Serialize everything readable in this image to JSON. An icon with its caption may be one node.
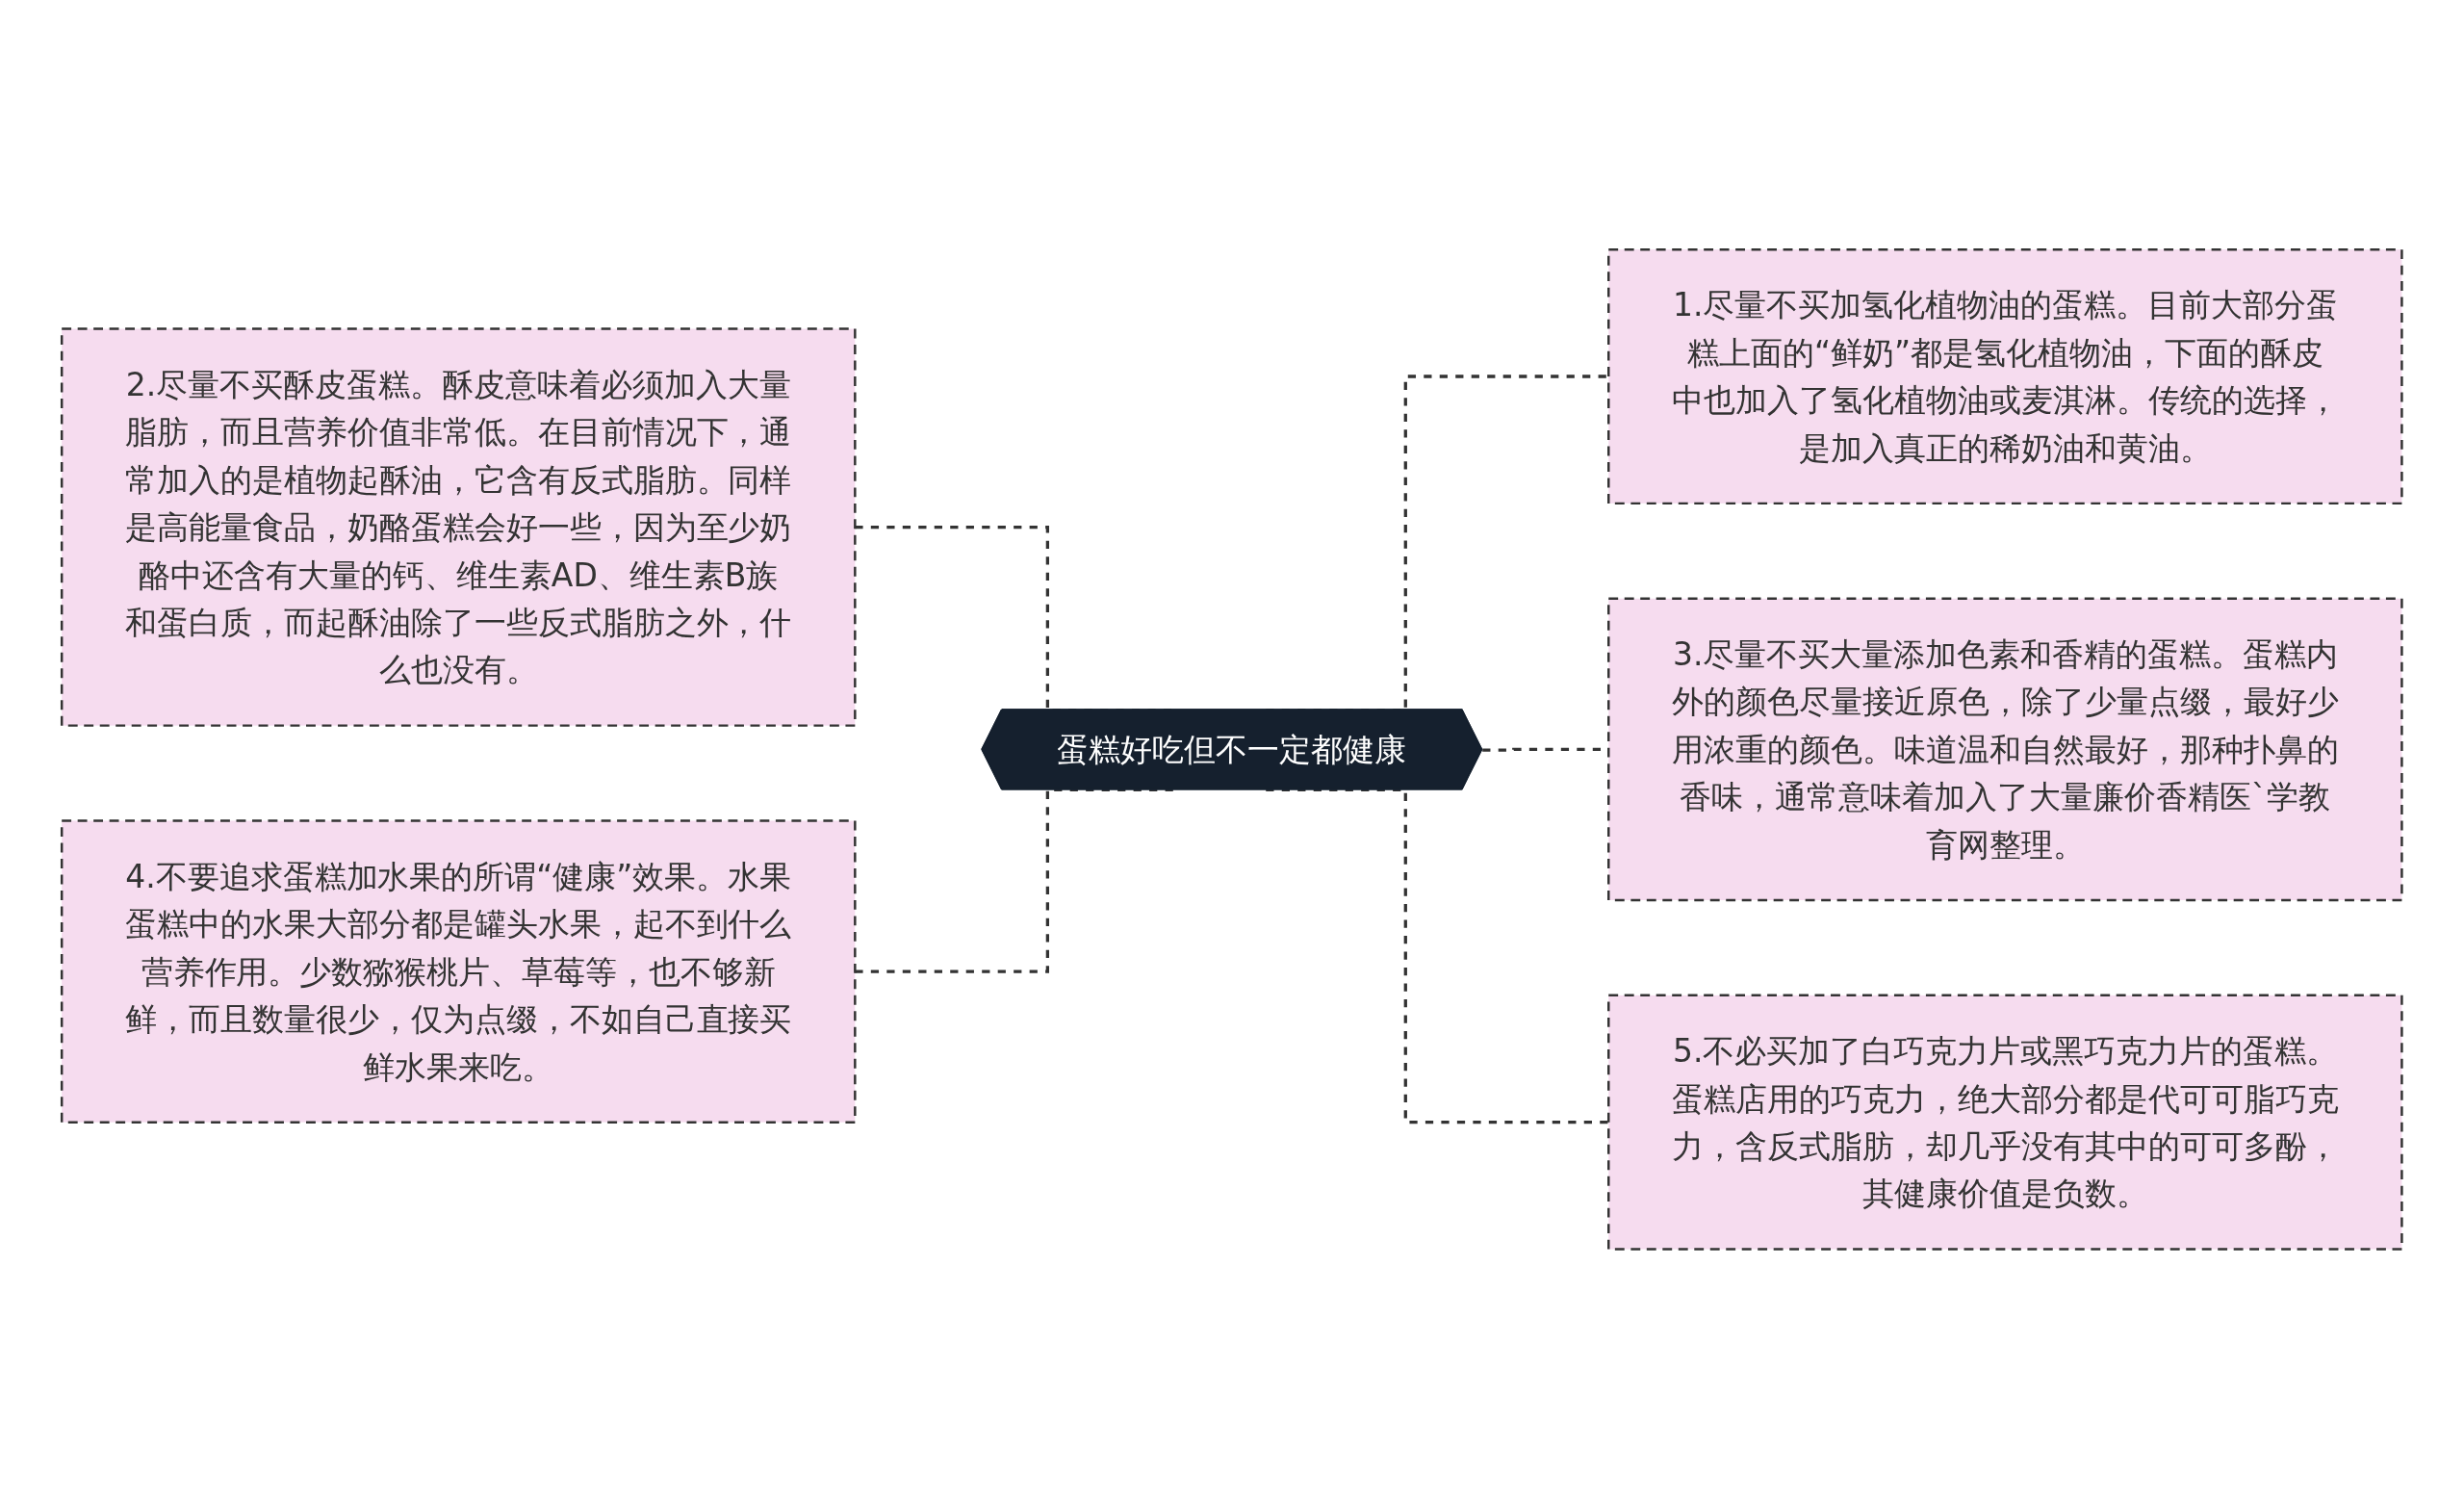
{
  "diagram": {
    "nodes": [
      {
        "text": [
          "蛋糕好吃但不一定都健康"
        ]
      },
      {
        "text": [
          "2.尽量不买酥皮蛋糕。酥皮意味着必须加入大量脂肪，而且营养价值非常低。在目前情况下，通常加入的是植物起酥油，它含有反式脂肪。同样是高能量食品，奶酪蛋糕会好一些，因为至少奶酪中还含有大量的钙、维生素AD、维生素B族和蛋白质，而起酥油除了一些反式脂肪之外，什么也没有。"
        ]
      },
      {
        "text": [
          "4.不要追求蛋糕加水果的所谓“健康”效果。水果蛋糕中的水果大部分都是罐头水果，起不到什么营养作用。少数猕猴桃片、草莓等，也不够新鲜，而且数量很少，仅为点缀，不如自己直接买鲜水果来吃。"
        ]
      },
      {
        "text": [
          "1.尽量不买加氢化植物油的蛋糕。目前大部分蛋糕上面的“鲜奶”都是氢化植物油，下面的酥皮中也加入了氢化植物油或麦淇淋。传统的选择，是加入真正的稀奶油和黄油。"
        ]
      },
      {
        "text": [
          "3.尽量不买大量添加色素和香精的蛋糕。蛋糕内外的颜色尽量接近原色，除了少量点缀，最好少用浓重的颜色。味道温和自然最好，那种扑鼻的香味，通常意味着加入了大量廉价香精医`学教育网整理。"
        ]
      },
      {
        "text": [
          "5.不必买加了白巧克力片或黑巧克力片的蛋糕。蛋糕店用的巧克力，绝大部分都是代可可脂巧克力，含反式脂肪，却几乎没有其中的可可多酚，其健康价值是负数。"
        ]
      }
    ],
    "edges": [
      {
        "from": 1,
        "to": 0,
        "arrow": "none",
        "style": "dashed"
      },
      {
        "from": 2,
        "to": 0,
        "arrow": "none",
        "style": "dashed"
      },
      {
        "from": 0,
        "to": 3,
        "arrow": "none",
        "style": "dashed"
      },
      {
        "from": 0,
        "to": 4,
        "arrow": "none",
        "style": "dashed"
      },
      {
        "from": 0,
        "to": 5,
        "arrow": "none",
        "style": "dashed"
      }
    ]
  }
}
